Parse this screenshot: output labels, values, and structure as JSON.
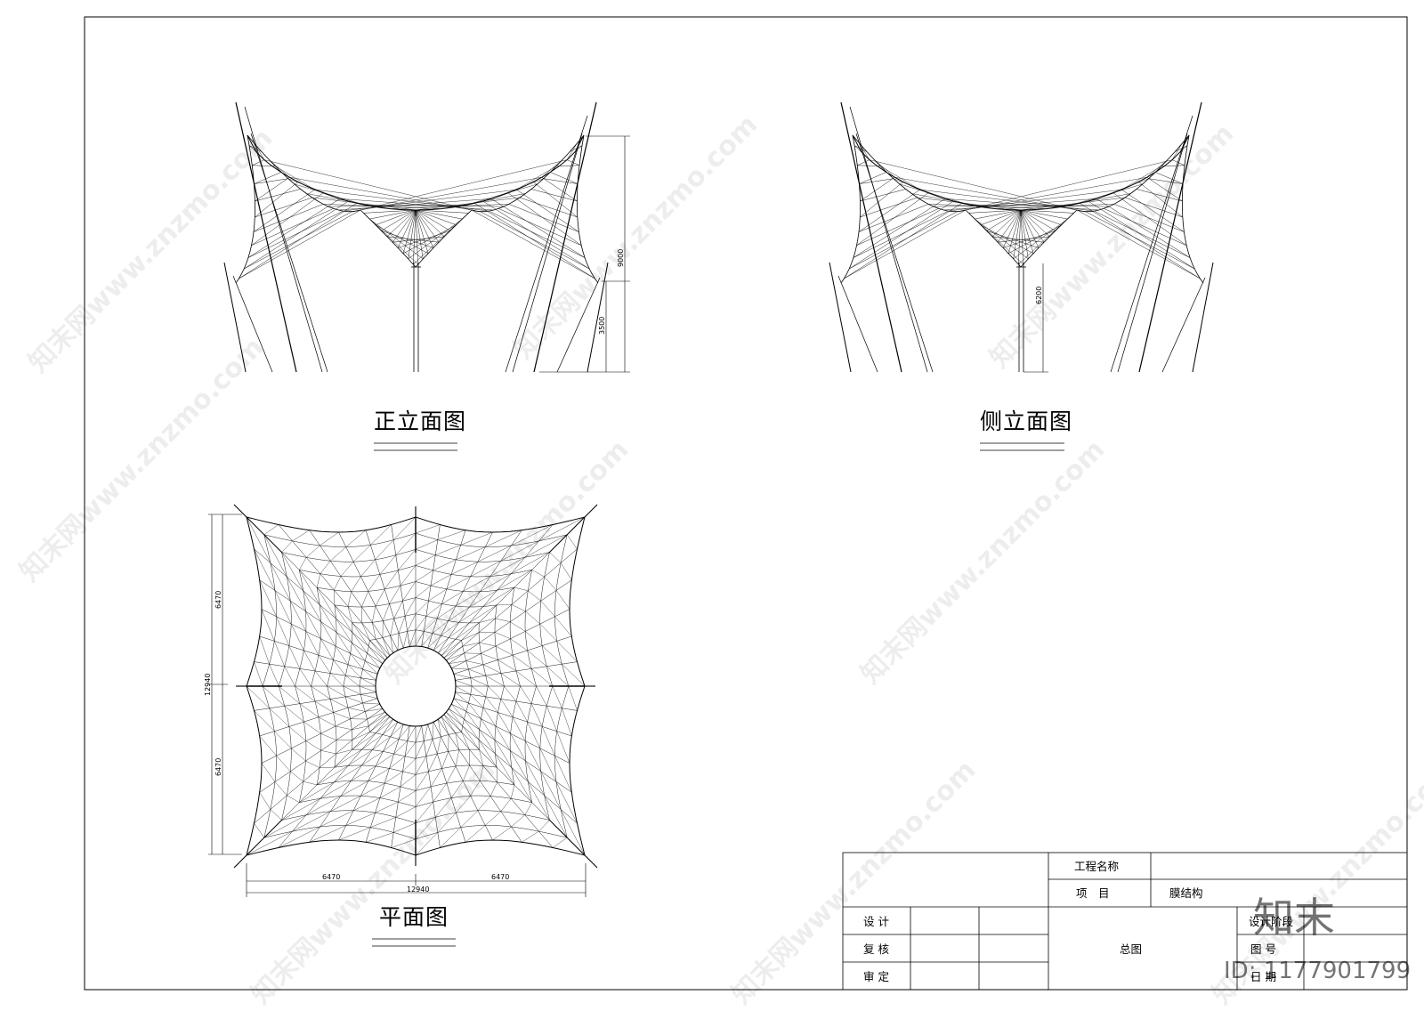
{
  "views": {
    "front_title": "正立面图",
    "side_title": "侧立面图",
    "plan_title": "平面图"
  },
  "dimensions": {
    "front_total_height": "9000",
    "front_low_mast": "3500",
    "side_center_height": "6200",
    "plan_half_vertical_top": "6470",
    "plan_half_vertical_bottom": "6470",
    "plan_total_vertical": "12940",
    "plan_half_horizontal_left": "6470",
    "plan_half_horizontal_right": "6470",
    "plan_total_horizontal": "12940"
  },
  "title_block": {
    "project_name_label": "工程名称",
    "project_name_value": "",
    "item_label": "项　目",
    "item_value": "膜结构",
    "design_label": "设  计",
    "review_label": "复  核",
    "approve_label": "审  定",
    "drawing_name": "总图",
    "stage_label": "设计阶段",
    "number_label": "图  号",
    "date_label": "日  期"
  },
  "watermark": {
    "text": "知末网www.znzmo.com",
    "brand": "知末",
    "id_text": "ID: 1177901799"
  },
  "colors": {
    "line": "#000000",
    "background": "#ffffff"
  }
}
